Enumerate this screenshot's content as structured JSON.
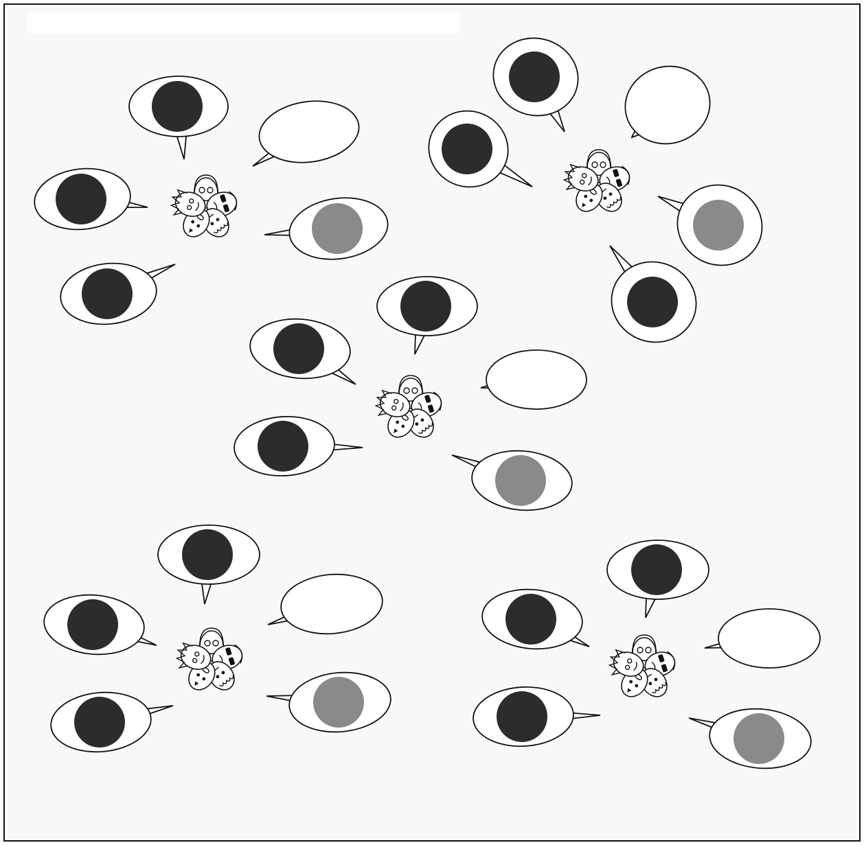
{
  "figure": {
    "groups": [
      {
        "id": "top-left",
        "bubbles": [
          "dark",
          "empty",
          "grey",
          "dark",
          "dark"
        ]
      },
      {
        "id": "top-right",
        "bubbles": [
          "dark",
          "dark",
          "empty",
          "grey",
          "dark"
        ]
      },
      {
        "id": "center",
        "bubbles": [
          "dark",
          "empty",
          "grey",
          "dark",
          "dark"
        ]
      },
      {
        "id": "bottom-left",
        "bubbles": [
          "dark",
          "empty",
          "grey",
          "dark",
          "dark"
        ]
      },
      {
        "id": "bottom-right",
        "bubbles": [
          "dark",
          "empty",
          "grey",
          "dark",
          "dark"
        ]
      }
    ],
    "legend_of_fills": {
      "dark": "#2c2c2c",
      "grey": "#8a8a8a",
      "empty": "#ffffff"
    }
  }
}
